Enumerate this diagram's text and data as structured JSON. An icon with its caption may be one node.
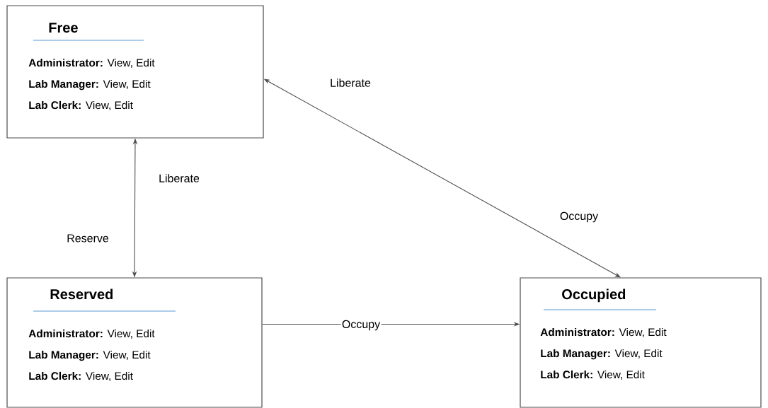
{
  "diagram": {
    "nodes": [
      {
        "text": [
          "Free",
          "**Administrator:** View, Edit",
          "**Lab Manager:** View, Edit",
          "**Lab Clerk:** View, Edit"
        ]
      },
      {
        "text": [
          "Reserved",
          "**Administrator:** View, Edit",
          "**Lab Manager:** View, Edit",
          "**Lab Clerk:** View, Edit"
        ]
      },
      {
        "text": [
          "Occupied",
          "**Administrator:** View, Edit",
          "**Lab Manager:** View, Edit",
          "**Lab Clerk:** View, Edit"
        ]
      }
    ],
    "edges": [
      {
        "from": 0,
        "to": 1,
        "arrow": "both",
        "label": "Liberate"
      },
      {
        "from": 0,
        "to": 2,
        "arrow": "both",
        "label": "Liberate"
      },
      {
        "from": 1,
        "to": 2,
        "arrow": "to",
        "label": "Occupy"
      }
    ],
    "labels": [
      "Occupy",
      "Reserve"
    ]
  }
}
